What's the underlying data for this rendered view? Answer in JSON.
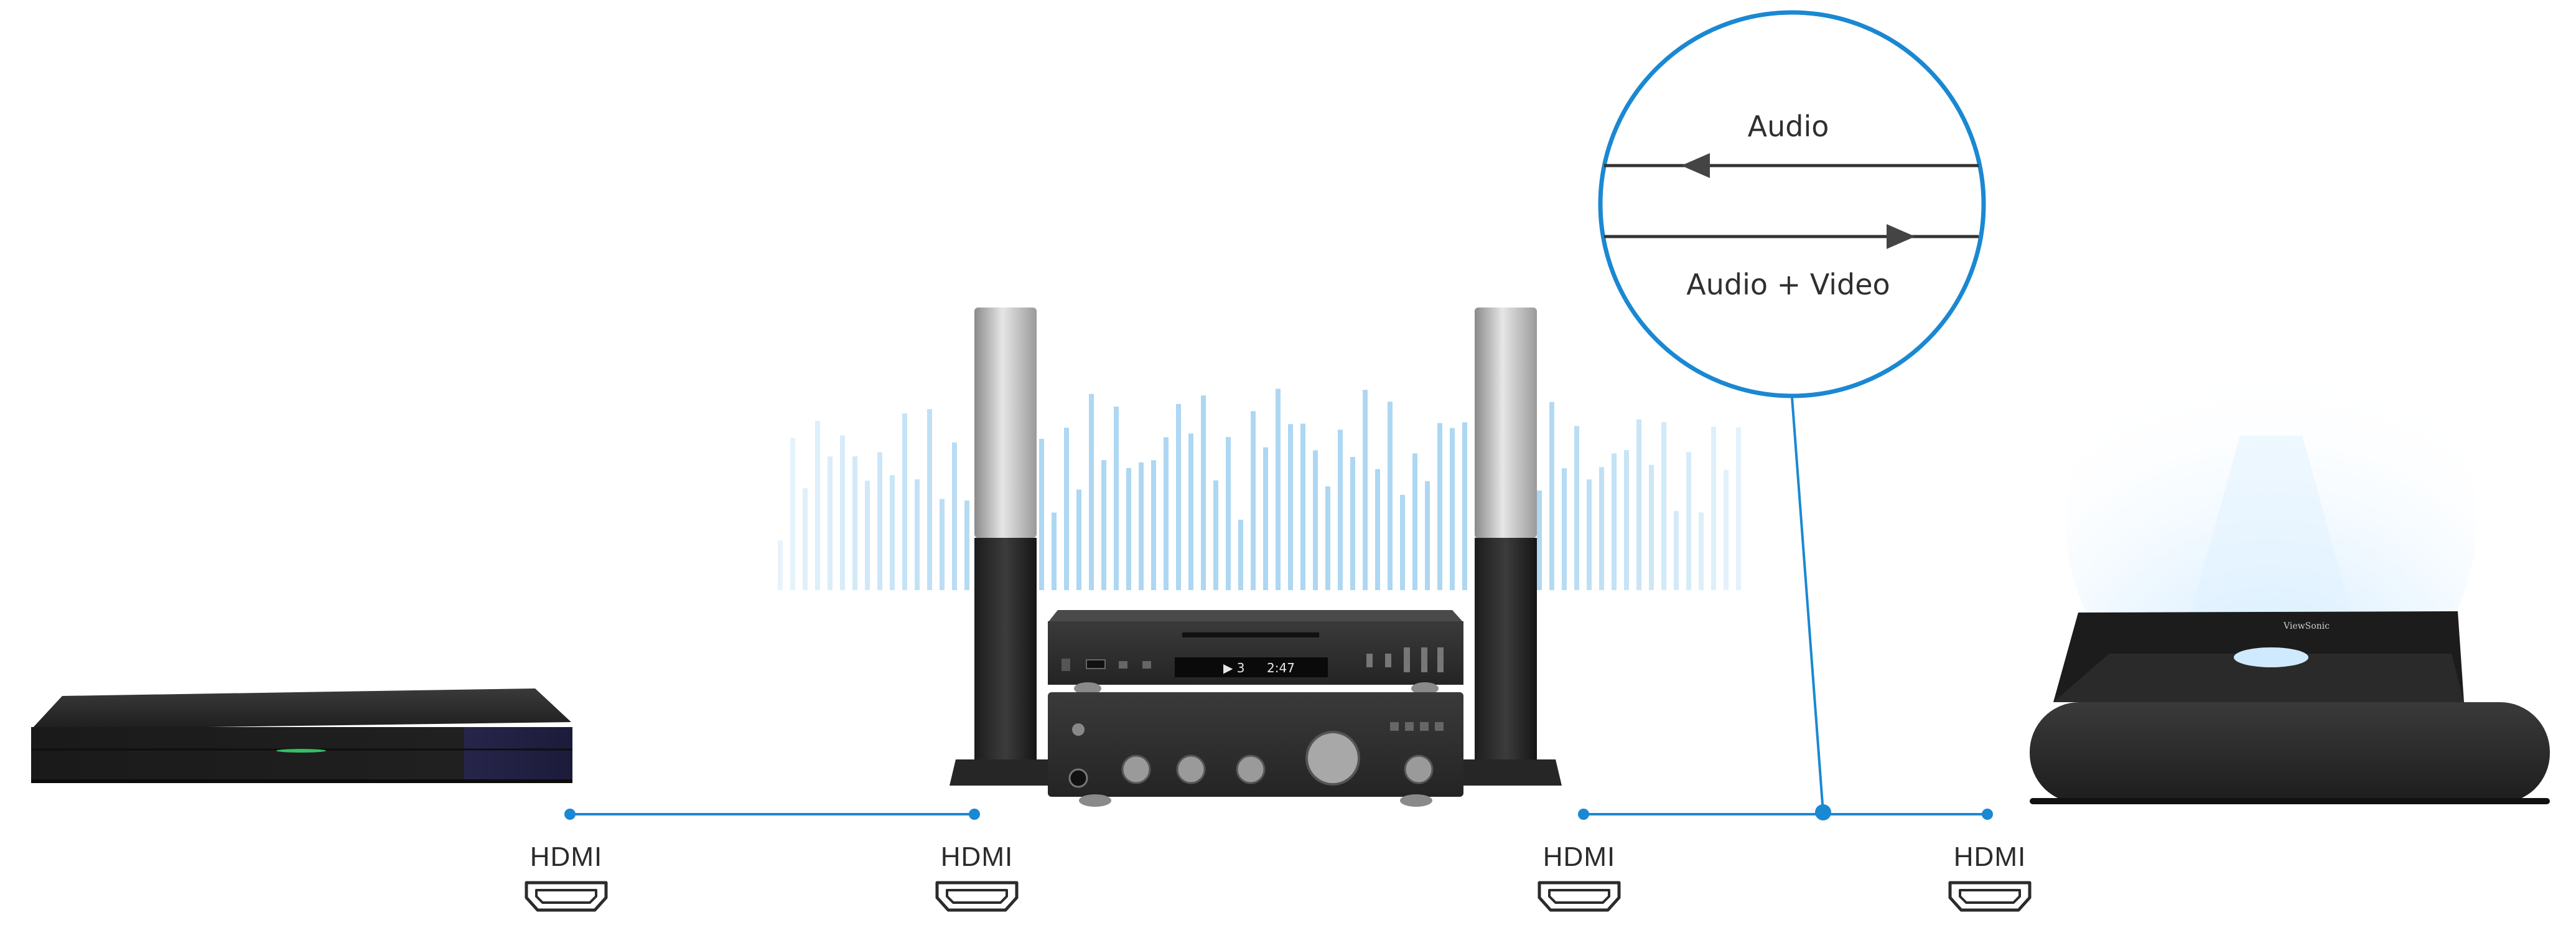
{
  "callout": {
    "top_label": "Audio",
    "bottom_label": "Audio + Video"
  },
  "connections": [
    {
      "label": "HDMI",
      "icon": "hdmi-port-icon"
    },
    {
      "label": "HDMI",
      "icon": "hdmi-port-icon"
    },
    {
      "label": "HDMI",
      "icon": "hdmi-port-icon"
    },
    {
      "label": "HDMI",
      "icon": "hdmi-port-icon"
    }
  ],
  "devices": {
    "source": "media-player-icon",
    "audio_system": "hifi-amplifier-with-speakers-icon",
    "display": "laser-projector-icon"
  },
  "cd_display": {
    "track": "▶ 3",
    "time": "2:47"
  },
  "projector_brand": "ViewSonic",
  "colors": {
    "accent": "#1a88d2",
    "device_dark": "#2a2a2a",
    "text": "#2b2b2b",
    "bars": "#9fd0f0"
  }
}
